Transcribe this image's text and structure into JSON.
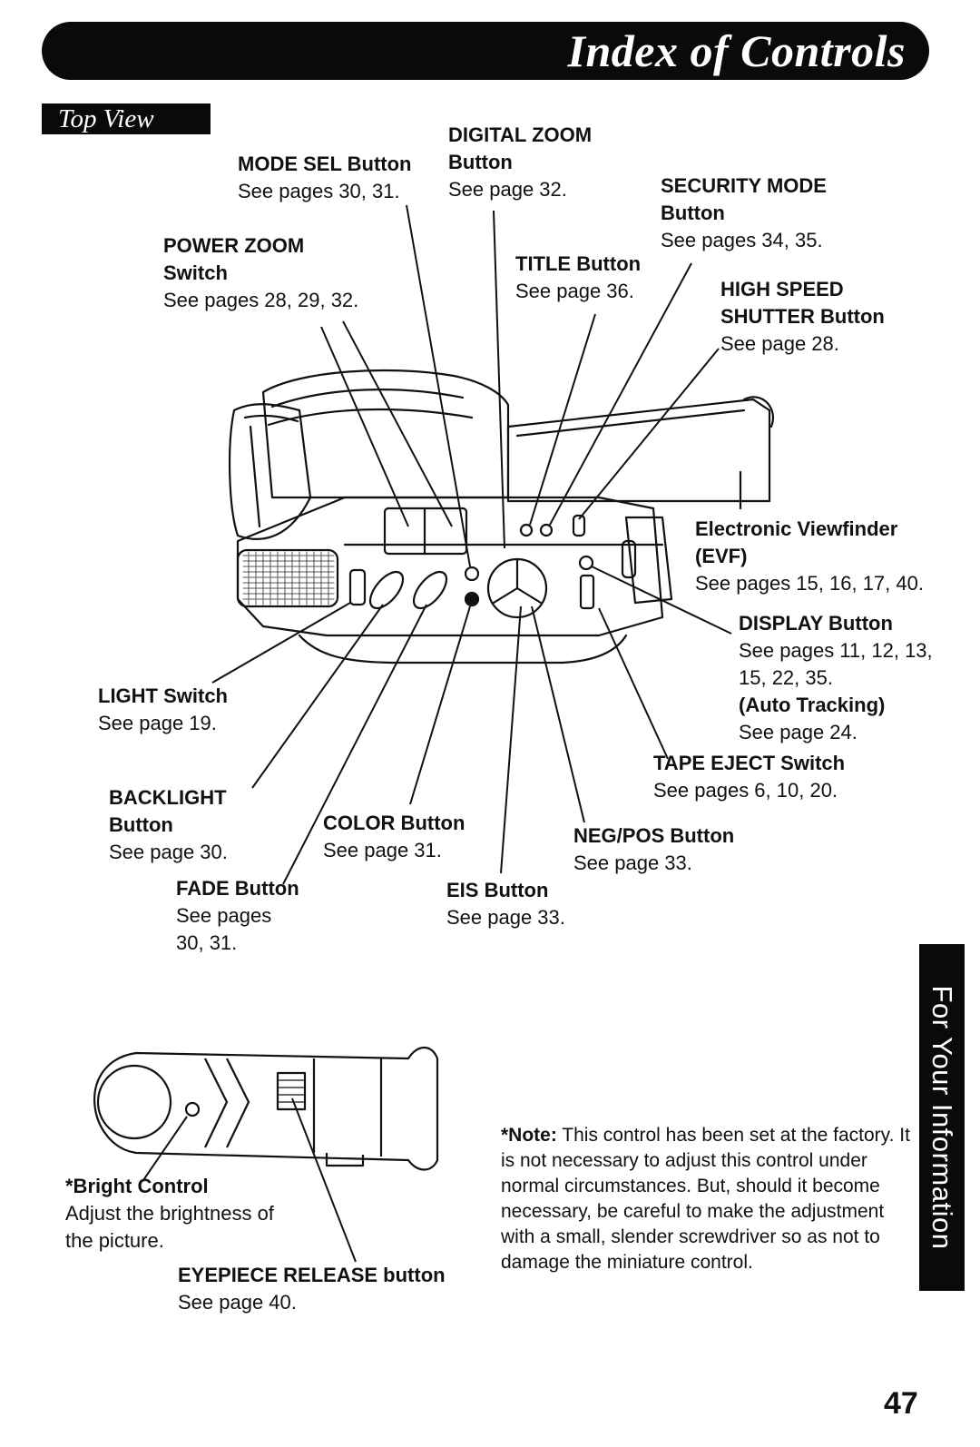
{
  "header": {
    "title": "Index of Controls",
    "section": "Top View"
  },
  "labels": {
    "digital_zoom": {
      "title1": "DIGITAL ZOOM",
      "title2": "Button",
      "desc": "See page 32."
    },
    "mode_sel": {
      "title": "MODE SEL Button",
      "desc": "See pages 30, 31."
    },
    "power_zoom": {
      "title1": "POWER ZOOM",
      "title2": "Switch",
      "desc": "See pages 28, 29, 32."
    },
    "security_mode": {
      "title1": "SECURITY MODE",
      "title2": "Button",
      "desc": "See pages 34, 35."
    },
    "title_button": {
      "title": "TITLE Button",
      "desc": "See page 36."
    },
    "high_speed": {
      "title1": "HIGH SPEED",
      "title2": "SHUTTER Button",
      "desc": "See page 28."
    },
    "evf": {
      "title1": "Electronic Viewfinder",
      "title2": "(EVF)",
      "desc": "See pages 15, 16, 17, 40."
    },
    "display": {
      "title": "DISPLAY Button",
      "desc1": "See pages 11, 12, 13,",
      "desc2": "15, 22, 35.",
      "note": "(Auto Tracking)",
      "desc3": "See page 24."
    },
    "light": {
      "title": "LIGHT Switch",
      "desc": "See page 19."
    },
    "tape_eject": {
      "title": "TAPE EJECT Switch",
      "desc": "See pages 6, 10, 20."
    },
    "backlight": {
      "title1": "BACKLIGHT",
      "title2": "Button",
      "desc": "See page 30."
    },
    "color": {
      "title": "COLOR Button",
      "desc": "See page 31."
    },
    "negpos": {
      "title": "NEG/POS Button",
      "desc": "See page 33."
    },
    "fade": {
      "title": "FADE Button",
      "desc1": "See pages",
      "desc2": "30, 31."
    },
    "eis": {
      "title": "EIS Button",
      "desc": "See page 33."
    },
    "bright": {
      "title": "*Bright Control",
      "desc1": "Adjust the brightness of",
      "desc2": "the picture."
    },
    "eyepiece": {
      "title": "EYEPIECE RELEASE button",
      "desc": "See page 40."
    }
  },
  "note": {
    "prefix": "*Note:",
    "text": " This control has been set at the factory. It is not necessary to adjust this control under normal circumstances. But, should it become necessary, be careful to make the adjustment with a small, slender screwdriver so as not to damage the miniature control."
  },
  "side_tab": "For Your Information",
  "page_number": "47"
}
